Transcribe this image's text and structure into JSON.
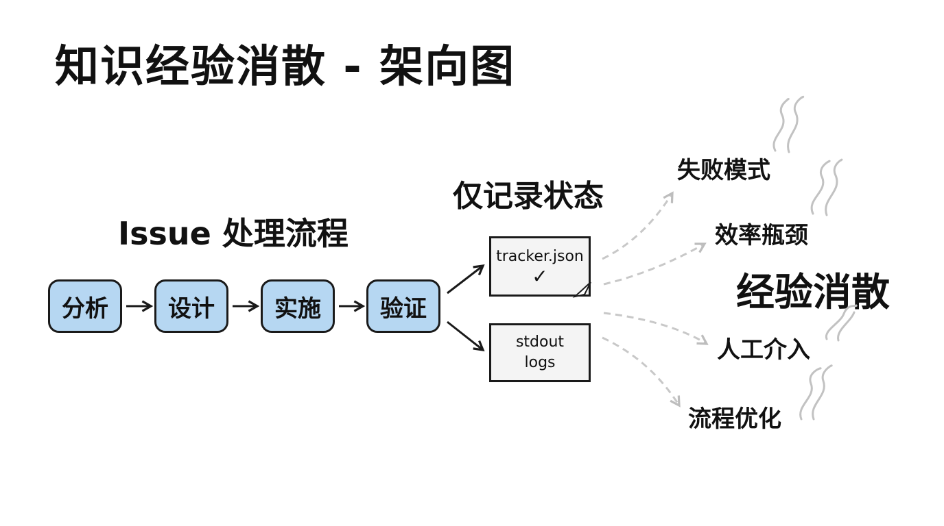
{
  "title": "知识经验消散 - 架向图",
  "flow": {
    "label": "Issue 处理流程",
    "steps": [
      "分析",
      "设计",
      "实施",
      "验证"
    ]
  },
  "state": {
    "label": "仅记录状态",
    "tracker": {
      "name": "tracker.json",
      "check": "✓"
    },
    "logs": {
      "line1": "stdout",
      "line2": "logs"
    }
  },
  "outcomes": {
    "items": [
      "失败模式",
      "效率瓶颈",
      "人工介入",
      "流程优化"
    ],
    "dissipation_label": "经验消散"
  },
  "colors": {
    "step_fill": "#b6d7f2",
    "doc_fill": "#f4f4f4",
    "ink": "#1a1a1a",
    "faded_arrow": "#c8c8c8",
    "smoke": "#bdbdbd"
  }
}
